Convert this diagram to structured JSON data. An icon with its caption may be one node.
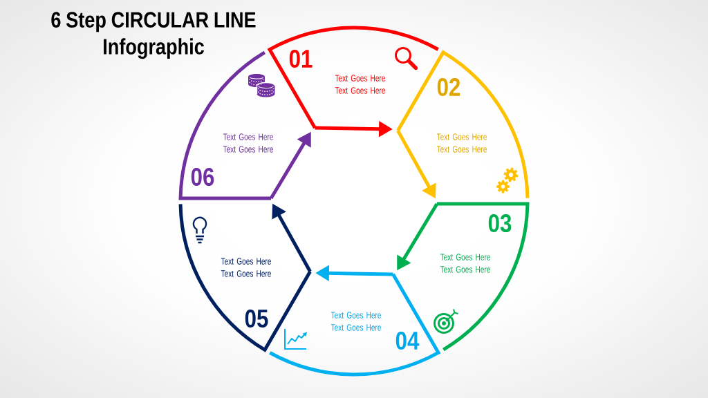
{
  "diagram": {
    "title": "6 Step CIRCULAR LINE Infographic",
    "nodes": [
      {
        "text": [
          "01",
          "Text Goes Here Text Goes Here"
        ]
      },
      {
        "text": [
          "02",
          "Text Goes Here Text Goes Here"
        ]
      },
      {
        "text": [
          "03",
          "Text Goes Here Text Goes Here"
        ]
      },
      {
        "text": [
          "Text Goes Here Text Goes Here",
          "04"
        ]
      },
      {
        "text": [
          "Text Goes Here Text Goes Here",
          "05"
        ]
      },
      {
        "text": [
          "Text Goes Here Text Goes Here",
          "06"
        ]
      }
    ],
    "edges": [
      {
        "from": 0,
        "to": 1,
        "arrow": "to",
        "color": "#ff0000"
      },
      {
        "from": 1,
        "to": 2,
        "arrow": "to",
        "color": "#ffc000"
      },
      {
        "from": 2,
        "to": 3,
        "arrow": "to",
        "color": "#00b050"
      },
      {
        "from": 3,
        "to": 4,
        "arrow": "to",
        "color": "#00b0f0"
      },
      {
        "from": 4,
        "to": 5,
        "arrow": "to",
        "color": "#002060"
      },
      {
        "from": 5,
        "to": 0,
        "arrow": "to",
        "color": "#7030a0"
      }
    ]
  }
}
